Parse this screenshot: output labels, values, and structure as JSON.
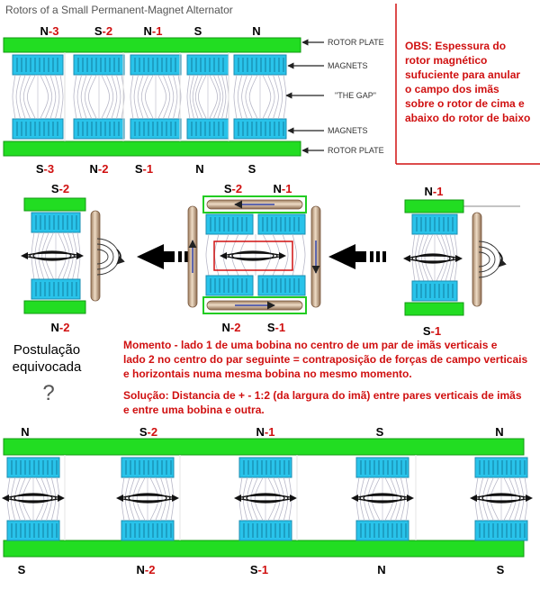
{
  "title": "Rotors of a Small Permanent-Magnet Alternator",
  "labels": {
    "rotor_plate": "ROTOR PLATE",
    "magnets": "MAGNETS",
    "the_gap": "\"THE GAP\""
  },
  "obs_note": [
    "OBS: Espessura do",
    "rotor magnético",
    "sufuciente para anular",
    "o campo dos imãs",
    "sobre o rotor de cima e",
    "abaixo do rotor de baixo"
  ],
  "top_poles_upper": [
    {
      "letter": "N",
      "num": "-3"
    },
    {
      "letter": "S",
      "num": "-2"
    },
    {
      "letter": "N",
      "num": "-1"
    },
    {
      "letter": "S",
      "num": ""
    },
    {
      "letter": "N",
      "num": ""
    }
  ],
  "top_poles_lower": [
    {
      "letter": "S",
      "num": "-3"
    },
    {
      "letter": "N",
      "num": "-2"
    },
    {
      "letter": "S",
      "num": "-1"
    },
    {
      "letter": "N",
      "num": ""
    },
    {
      "letter": "S",
      "num": ""
    }
  ],
  "middle": {
    "left": {
      "upper": {
        "letter": "S",
        "num": "-2"
      },
      "lower": {
        "letter": "N",
        "num": "-2"
      }
    },
    "center": {
      "upper": [
        {
          "letter": "S",
          "num": "-2"
        },
        {
          "letter": "N",
          "num": "-1"
        }
      ],
      "lower": [
        {
          "letter": "N",
          "num": "-2"
        },
        {
          "letter": "S",
          "num": "-1"
        }
      ]
    },
    "right": {
      "upper": {
        "letter": "N",
        "num": "-1"
      },
      "lower": {
        "letter": "S",
        "num": "-1"
      }
    }
  },
  "postulation": [
    "Postulação",
    "equivocada",
    "?"
  ],
  "momento_note": [
    "Momento - lado 1 de uma bobina no centro de um par de imãs verticais e",
    "lado 2 no centro do par seguinte = contraposição de forças de campo verticais",
    "e horizontais numa mesma bobina no mesmo momento."
  ],
  "solucao_note": [
    "Solução: Distancia de + - 1:2 (da largura do imã) entre pares verticais de imãs",
    "e entre uma bobina e outra."
  ],
  "bottom_poles_upper": [
    {
      "letter": "N",
      "num": ""
    },
    {
      "letter": "S",
      "num": "-2"
    },
    {
      "letter": "N",
      "num": "-1"
    },
    {
      "letter": "S",
      "num": ""
    },
    {
      "letter": "N",
      "num": ""
    }
  ],
  "bottom_poles_lower": [
    {
      "letter": "S",
      "num": ""
    },
    {
      "letter": "N",
      "num": "-2"
    },
    {
      "letter": "S",
      "num": "-1"
    },
    {
      "letter": "N",
      "num": ""
    },
    {
      "letter": "S",
      "num": ""
    }
  ],
  "colors": {
    "rotor_green": "#22dd22",
    "magnet_cyan": "#29c3ea",
    "note_red": "#d01010",
    "coil_tan": "#c8a888"
  }
}
